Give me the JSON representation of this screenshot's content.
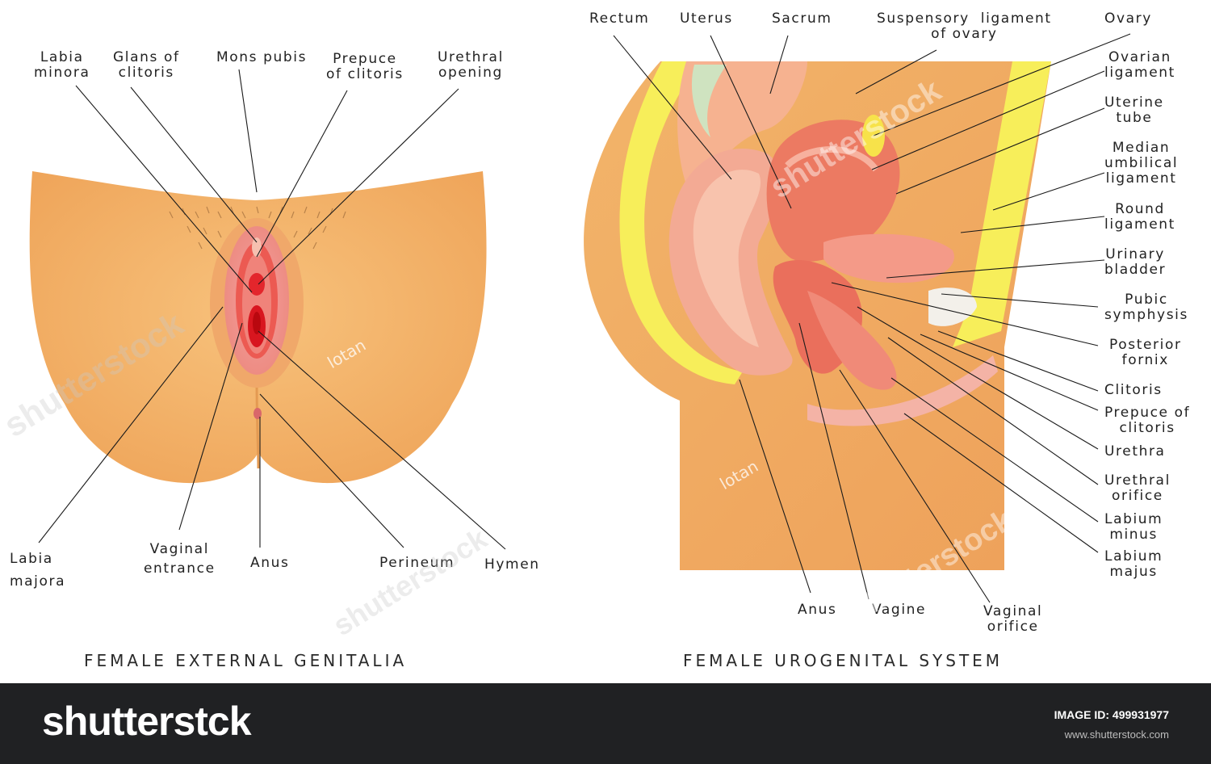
{
  "left_panel": {
    "title": "FEMALE EXTERNAL GENITALIA",
    "labels": {
      "labia_minora": "Labia\nminora",
      "glans_clitoris": "Glans of\nclitoris",
      "mons_pubis": "Mons pubis",
      "prepuce_clitoris": "Prepuce\nof clitoris",
      "urethral_opening": "Urethral\nopening",
      "labia_majora": "Labia\nmajora",
      "vaginal_entrance": "Vaginal\nentrance",
      "anus": "Anus",
      "perineum": "Perineum",
      "hymen": "Hymen"
    }
  },
  "right_panel": {
    "title": "FEMALE UROGENITAL SYSTEM",
    "labels": {
      "rectum": "Rectum",
      "uterus": "Uterus",
      "sacrum": "Sacrum",
      "suspensory": "Suspensory  ligament\nof ovary",
      "ovary": "Ovary",
      "ovarian_ligament": "Ovarian\nligament",
      "uterine_tube": "Uterine\ntube",
      "median_umbilical": "Median\numbilical\nligament",
      "round_ligament": "Round\nligament",
      "urinary_bladder": "Urinary\nbladder",
      "pubic_symphysis": "Pubic\nsymphysis",
      "posterior_fornix": "Posterior\nfornix",
      "clitoris": "Clitoris",
      "prepuce_clitoris": "Prepuce of\nclitoris",
      "urethra": "Urethra",
      "urethral_orifice": "Urethral\norifice",
      "labium_minus": "Labium\nminus",
      "labium_majus": "Labium\nmajus",
      "anus": "Anus",
      "vagine": "Vagine",
      "vaginal_orifice": "Vaginal\norifice"
    }
  },
  "watermark": {
    "brand": "shutterstock",
    "logo": "shutterstck",
    "author": "lotan",
    "image_id": "IMAGE ID: 499931977",
    "site": "www.shutterstock.com"
  },
  "colors": {
    "skin": "#f2b46a",
    "skin_light": "#f7cb8a",
    "red": "#e8363a",
    "pink": "#f7a8a0",
    "yellow": "#f7ee5a",
    "footer": "#202123"
  }
}
